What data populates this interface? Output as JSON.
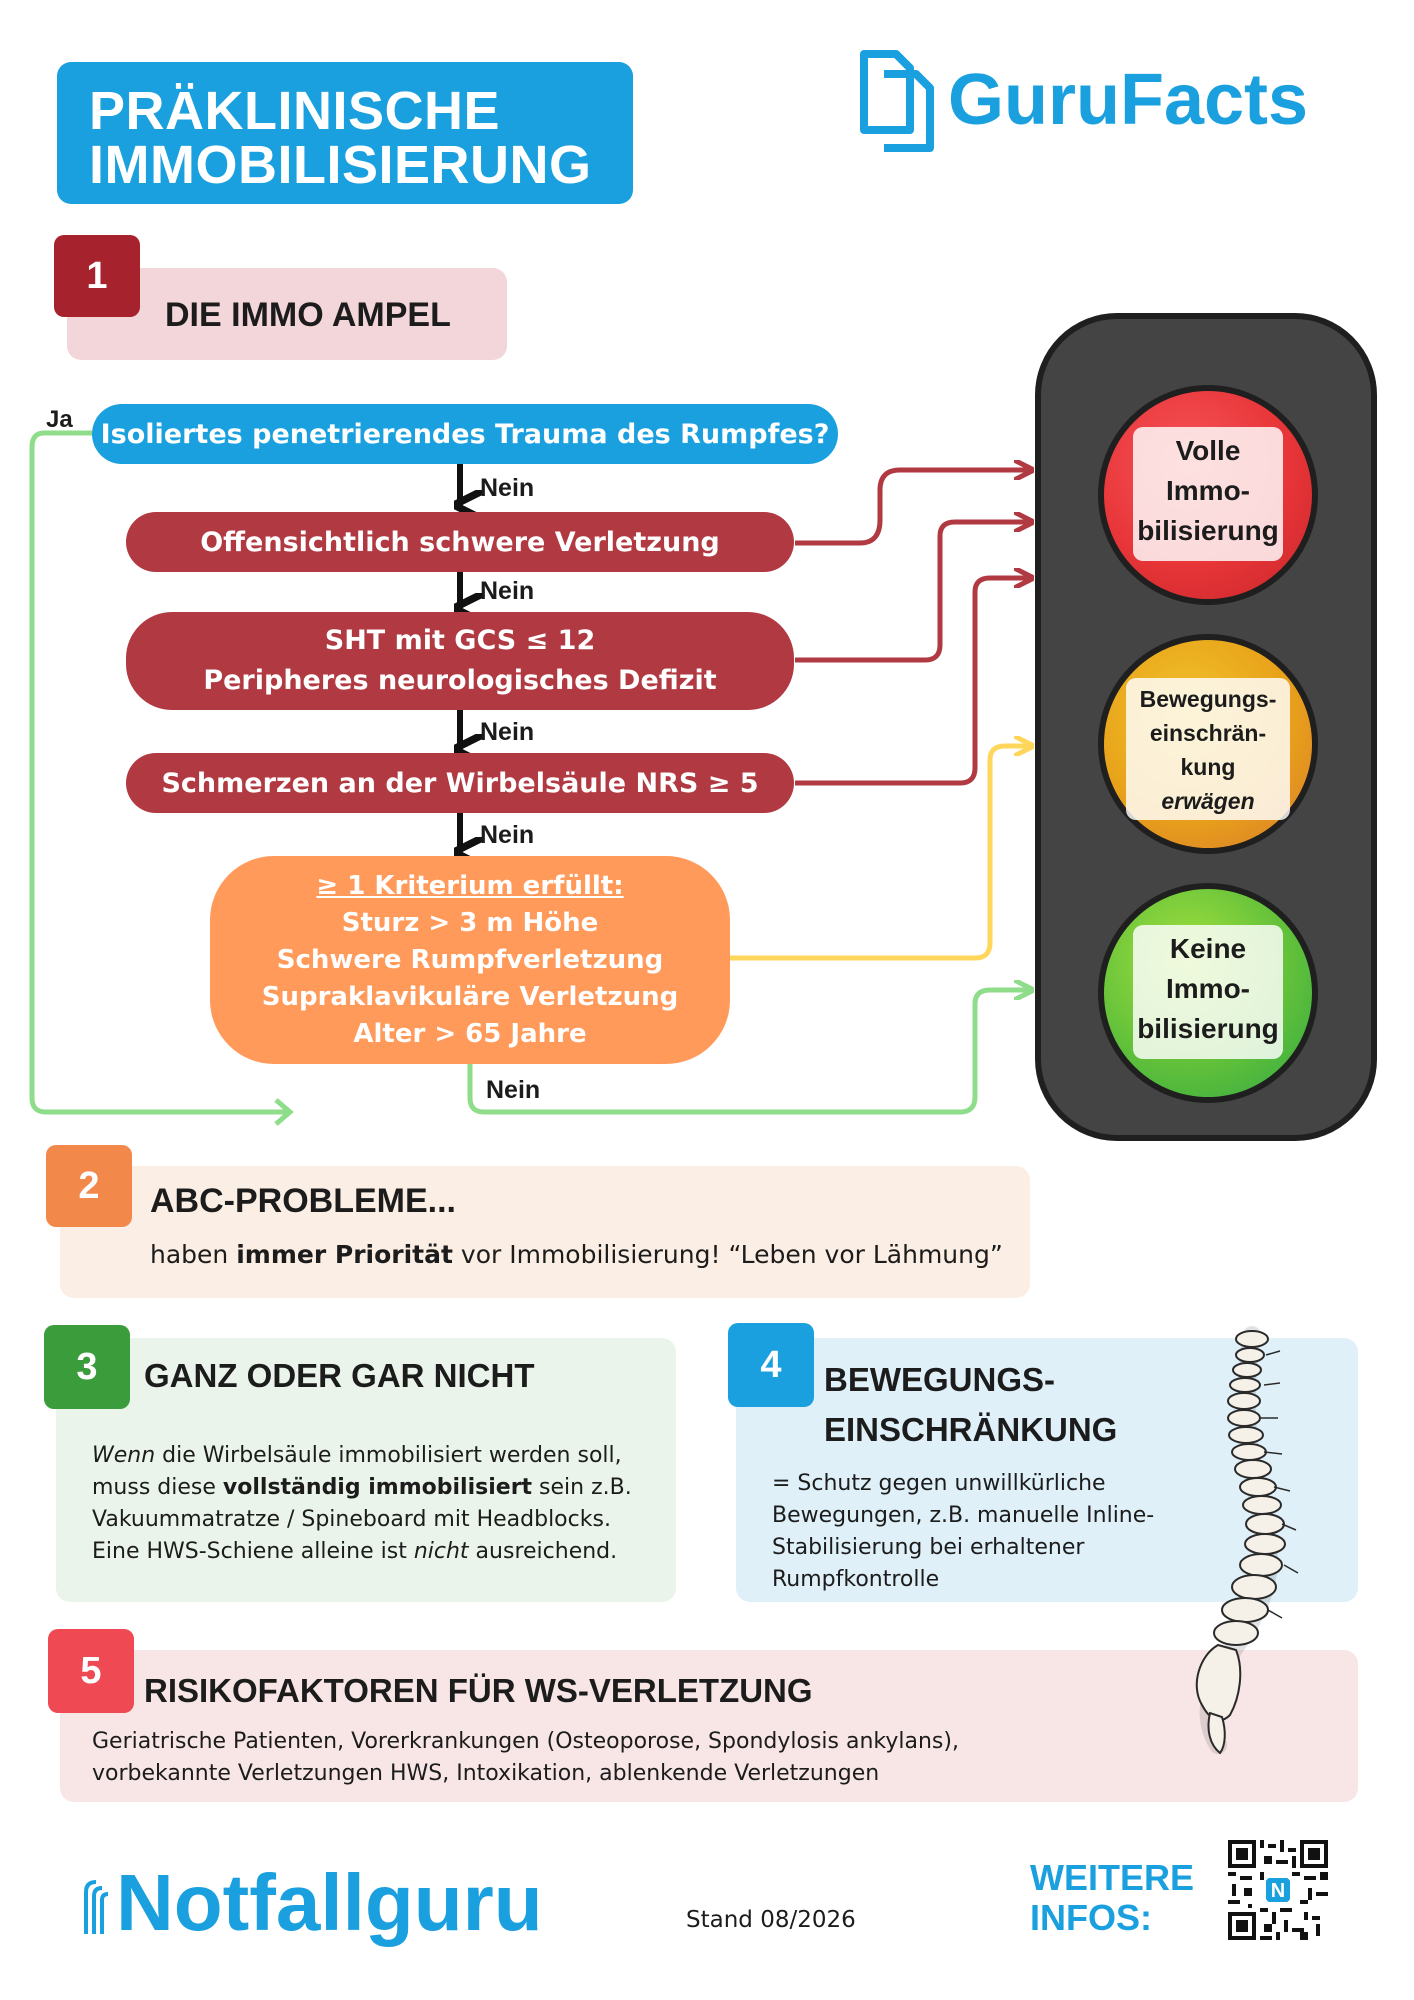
{
  "title": {
    "line1": "PRÄKLINISCHE",
    "line2": "IMMOBILISIERUNG"
  },
  "brand": {
    "gurufacts": "GuruFacts",
    "notfallguru": "Notfallguru"
  },
  "section1": {
    "number": "1",
    "title": "DIE IMMO AMPEL",
    "ja_label": "Ja",
    "start_question": "Isoliertes penetrierendes Trauma des Rumpfes?",
    "nein_label": "Nein",
    "step1": "Offensichtlich schwere Verletzung",
    "step2_line1": "SHT mit GCS ≤ 12",
    "step2_line2": "Peripheres neurologisches Defizit",
    "step3": "Schmerzen an der Wirbelsäule NRS ≥ 5",
    "criteria": {
      "heading": "≥ 1 Kriterium erfüllt:",
      "items": [
        "Sturz > 3 m Höhe",
        "Schwere Rumpfverletzung",
        "Supraklavikuläre Verletzung",
        "Alter > 65 Jahre"
      ]
    }
  },
  "traffic_light": {
    "red": {
      "line1": "Volle",
      "line2": "Immo-",
      "line3": "bilisierung"
    },
    "yellow": {
      "line1": "Bewegungs-",
      "line2": "einschrän-",
      "line3": "kung",
      "line4": "erwägen"
    },
    "green": {
      "line1": "Keine",
      "line2": "Immo-",
      "line3": "bilisierung"
    }
  },
  "section2": {
    "number": "2",
    "title": "ABC-PROBLEME...",
    "text_a": "haben ",
    "text_b": "immer Priorität",
    "text_c": " vor Immobilisierung! “Leben vor Lähmung”"
  },
  "section3": {
    "number": "3",
    "title": "GANZ ODER GAR NICHT",
    "l1_a": "Wenn",
    "l1_b": " die Wirbelsäule immobilisiert werden soll,",
    "l2_a": "muss diese ",
    "l2_b": "vollständig immobilisiert",
    "l2_c": " sein z.B.",
    "l3": "Vakuummatratze / Spineboard mit Headblocks.",
    "l4_a": "Eine HWS-Schiene alleine ist ",
    "l4_b": "nicht",
    "l4_c": " ausreichend."
  },
  "section4": {
    "number": "4",
    "title_line1": "BEWEGUNGS-",
    "title_line2": "EINSCHRÄNKUNG",
    "l1": "= Schutz gegen unwillkürliche",
    "l2": "Bewegungen, z.B. manuelle Inline-",
    "l3": "Stabilisierung bei erhaltener",
    "l4": "Rumpfkontrolle"
  },
  "section5": {
    "number": "5",
    "title": "RISIKOFAKTOREN FÜR WS-VERLETZUNG",
    "l1": "Geriatrische Patienten, Vorerkrankungen (Osteoporose, Spondylosis ankylans),",
    "l2": "vorbekannte Verletzungen HWS, Intoxikation, ablenkende Verletzungen"
  },
  "footer": {
    "stand": "Stand 08/2026",
    "weitere_line1": "WEITERE",
    "weitere_line2": "INFOS:",
    "qr_letter": "N"
  },
  "colors": {
    "brand_blue": "#1aa0de",
    "flow_red": "#b13a42",
    "criteria_orange": "#ff9a5a",
    "arrow_yellow": "#ffd65c",
    "arrow_green": "#8fdc8a",
    "lamp_red": "#e83538",
    "lamp_yellow": "#e8a21a",
    "lamp_green": "#63c13a"
  }
}
